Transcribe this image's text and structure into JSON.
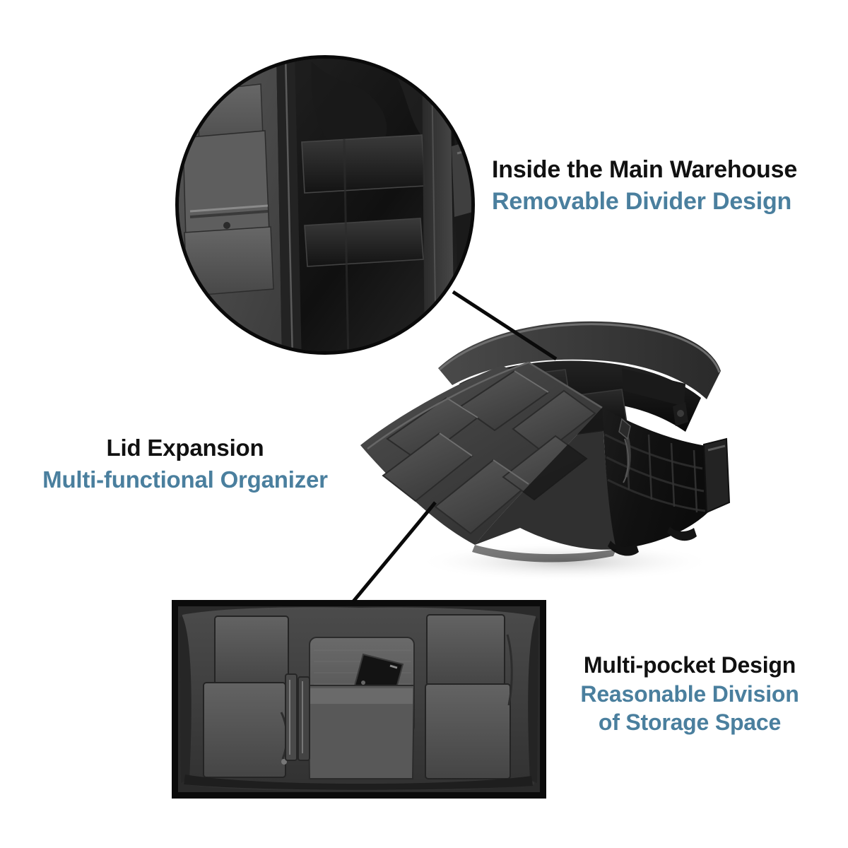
{
  "page": {
    "background_color": "#ffffff",
    "accent_color": "#4a7f9e",
    "title_color": "#111111",
    "line_color": "#0a0a0a",
    "product": "tactical duffel bag"
  },
  "callouts": [
    {
      "id": "inside-main-warehouse",
      "title": "Inside the Main Warehouse",
      "subtitle": "Removable Divider Design",
      "align": "left"
    },
    {
      "id": "lid-expansion",
      "title": "Lid Expansion",
      "subtitle": "Multi-functional Organizer",
      "align": "center"
    },
    {
      "id": "multi-pocket-design",
      "title": "Multi-pocket Design",
      "subtitle_line1": "Reasonable Division",
      "subtitle_line2": "of Storage Space",
      "align": "center"
    }
  ],
  "insets": {
    "circle": {
      "shape": "circle",
      "depicts": "open main compartment interior with removable dividers and lid organizer pockets"
    },
    "rectangle": {
      "shape": "rectangle",
      "depicts": "lid organizer panel with four corner pockets, center mesh pocket holding a phone, and pen slots"
    }
  },
  "main_image": {
    "depicts": "black tactical duffel bag, three-quarter view, open top with two removable dividers, multi-pocket lid and MOLLE webbing side panel"
  }
}
